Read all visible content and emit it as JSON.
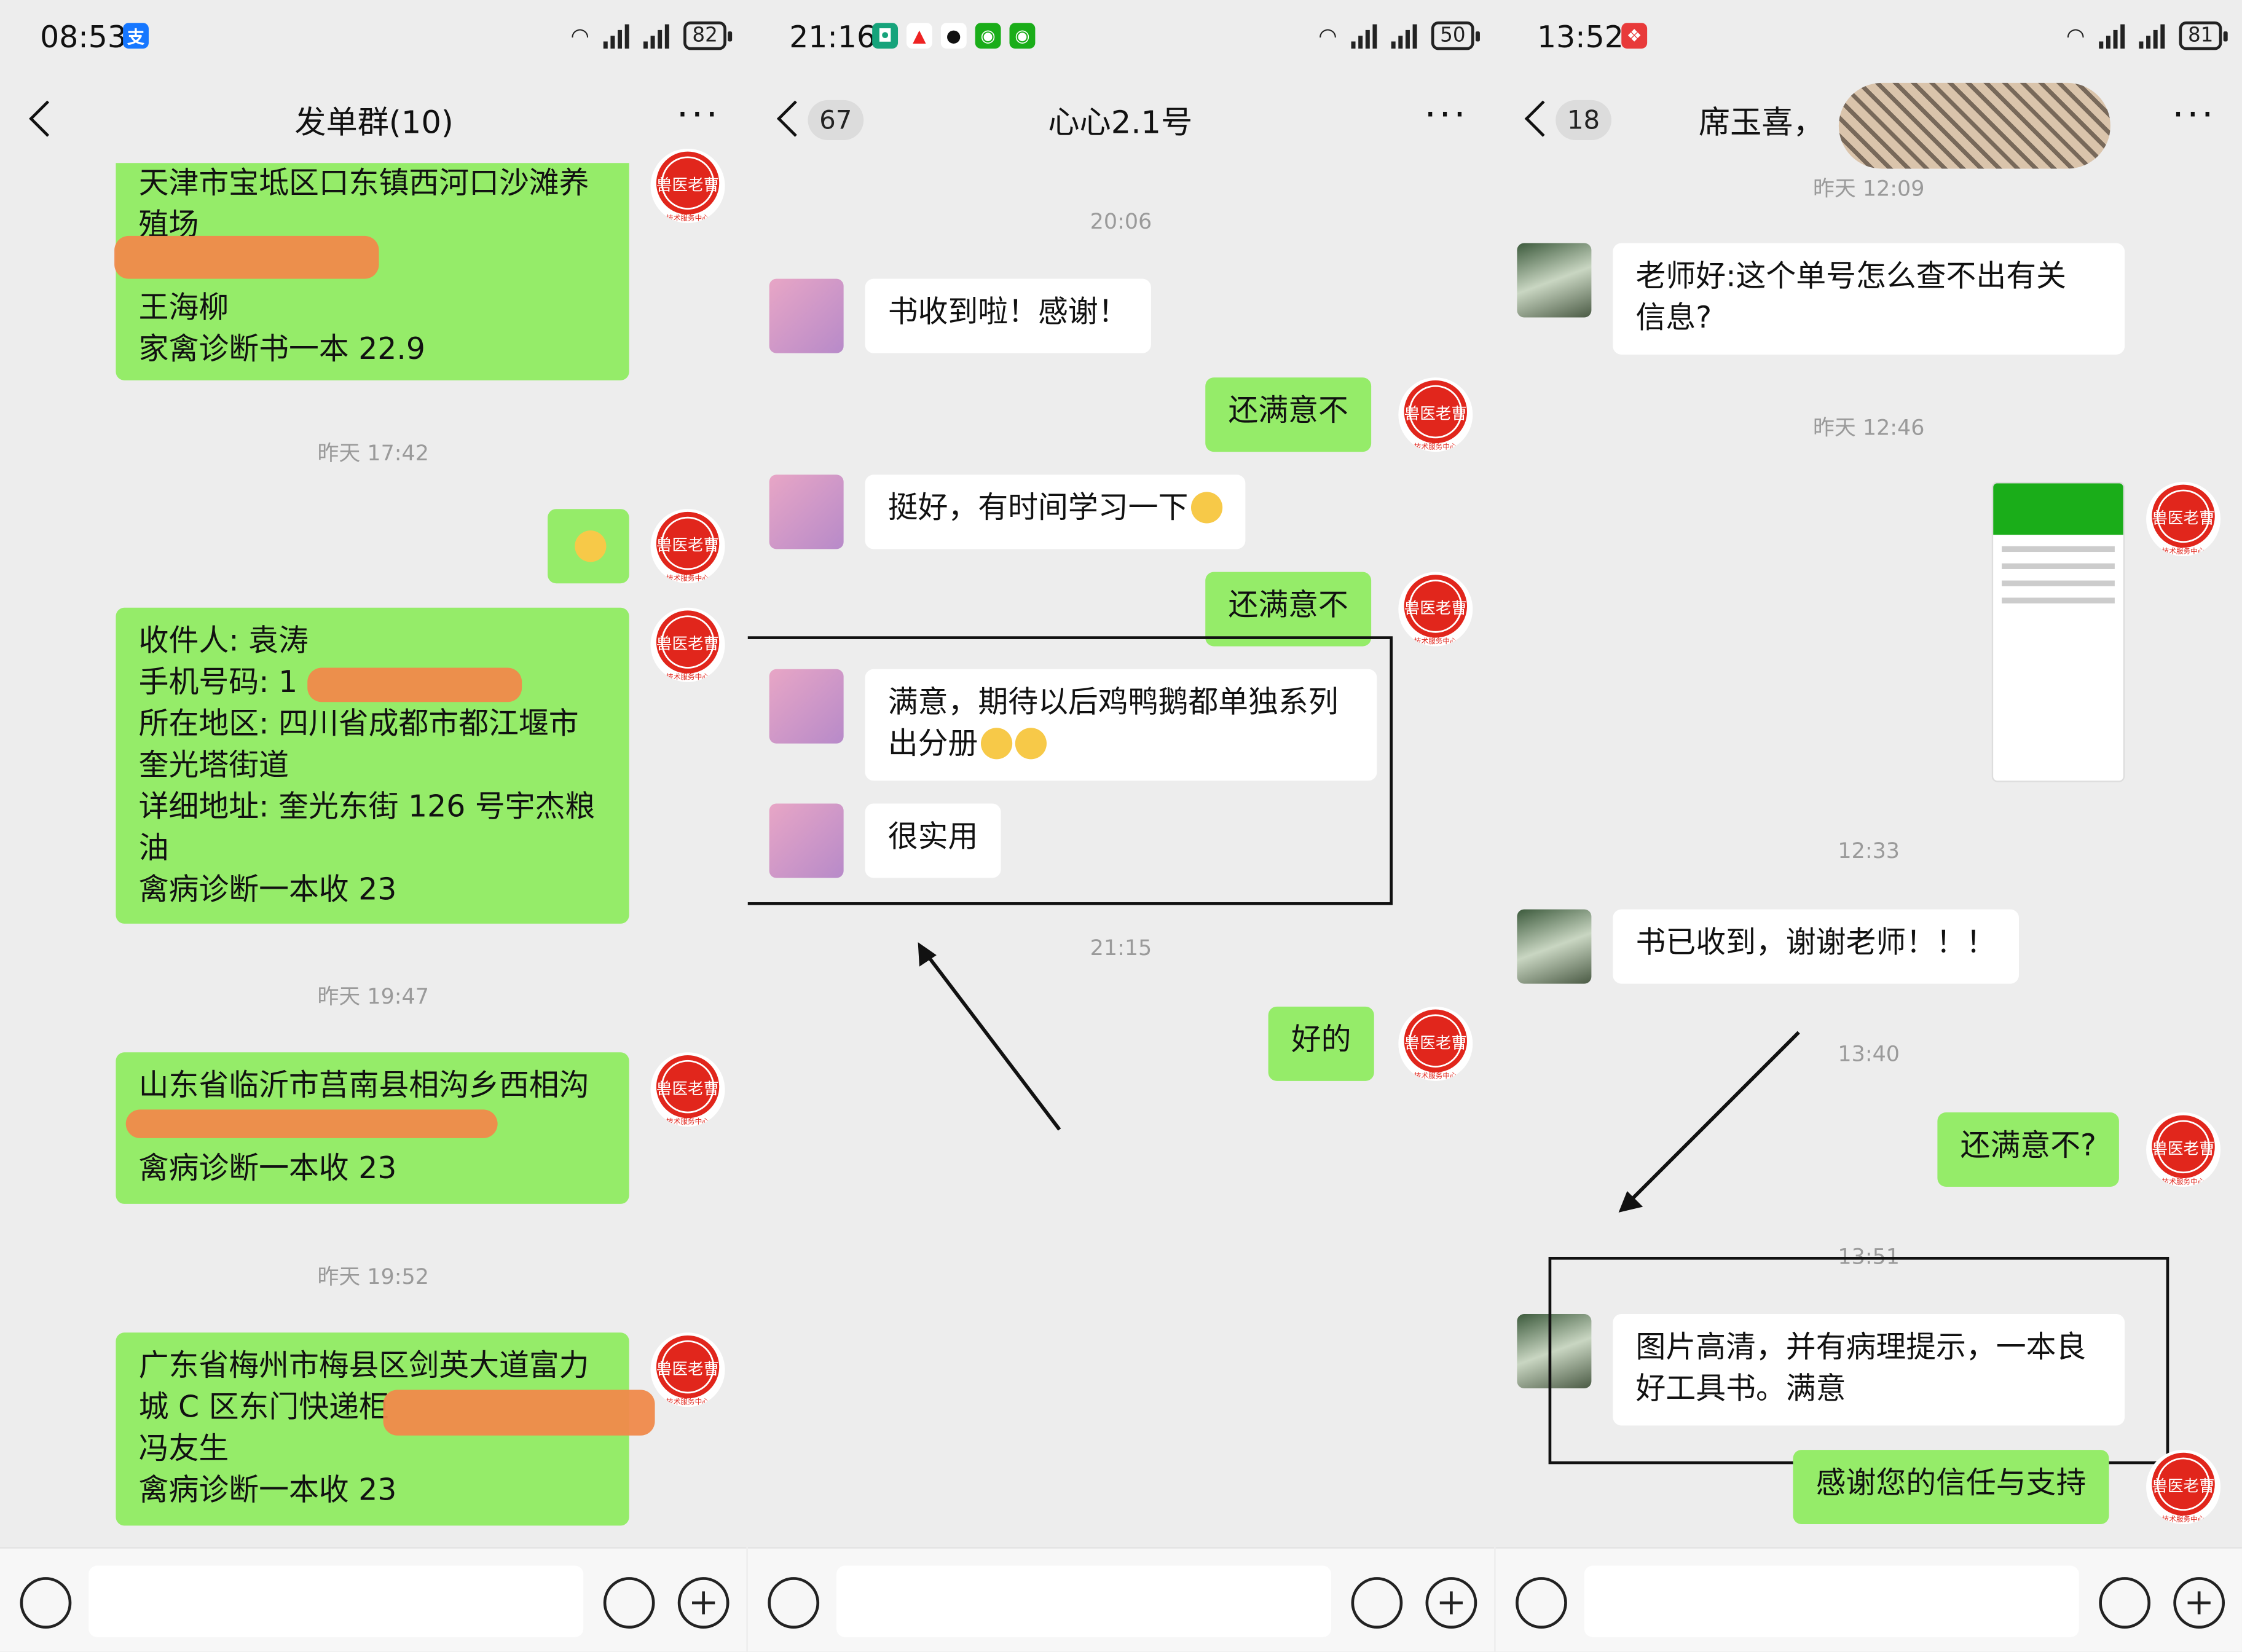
{
  "p1": {
    "status": {
      "time": "08:53",
      "battery": "82"
    },
    "nav": {
      "title": "发单群(10)",
      "more": "···"
    },
    "msg1": {
      "l1": "天津市宝坻区口东镇西河口沙滩养",
      "l2": "殖场",
      "l3": "王海柳",
      "l4": " 家禽诊断书一本 22.9"
    },
    "t1": "昨天 17:42",
    "msg3": {
      "l1": "收件人: 袁涛",
      "l2": "手机号码: 1",
      "l3": "所在地区: 四川省成都市都江堰市",
      "l4": "奎光塔街道",
      "l5": "详细地址: 奎光东街 126 号宇杰粮",
      "l6": "油",
      "l7": "禽病诊断一本收 23"
    },
    "t2": "昨天 19:47",
    "msg4": {
      "l1": "山东省临沂市莒南县相沟乡西相沟",
      "l2": "禽病诊断一本收 23"
    },
    "t3": "昨天 19:52",
    "msg5": {
      "l1": "广东省梅州市梅县区剑英大道富力",
      "l2": "城 C 区东门快递柜",
      "l3": "冯友生",
      "l4": "禽病诊断一本收 23"
    }
  },
  "p2": {
    "status": {
      "time": "21:16",
      "battery": "50"
    },
    "nav": {
      "badge": "67",
      "title": "心心2.1号",
      "more": "···"
    },
    "t1": "20:06",
    "m1": "书收到啦！感谢！",
    "m2": "还满意不",
    "m3": "挺好，有时间学习一下",
    "m4": "还满意不",
    "m5": {
      "l1": "满意，期待以后鸡鸭鹅都单独系列",
      "l2": "出分册"
    },
    "m6": "很实用",
    "t2": "21:15",
    "m7": "好的"
  },
  "p3": {
    "status": {
      "time": "13:52",
      "battery": "81"
    },
    "nav": {
      "badge": "18",
      "title": "席玉喜，",
      "more": "···"
    },
    "t1": "昨天 12:09",
    "m1": {
      "l1": "老师好:这个单号怎么查不出有关",
      "l2": "信息?"
    },
    "t2": "昨天 12:46",
    "t3": "12:33",
    "m2": "书已收到，谢谢老师！！！",
    "t4": "13:40",
    "m3": "还满意不?",
    "t5": "13:51",
    "m4": {
      "l1": "图片高清，并有病理提示，一本良",
      "l2": "好工具书。满意"
    },
    "m5": "感谢您的信任与支持"
  },
  "logo": {
    "text": "兽医老曹",
    "sub": "技术服务中心"
  }
}
